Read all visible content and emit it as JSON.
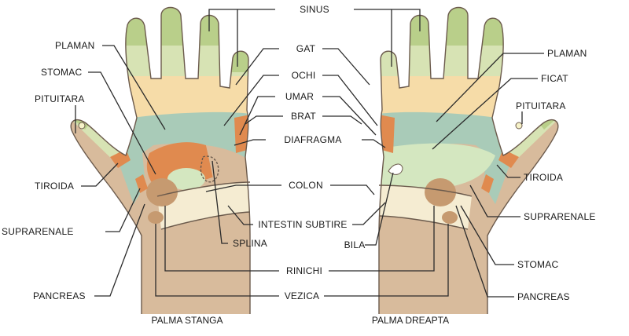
{
  "colors": {
    "fingertip": "#b9cf8a",
    "finger_mid": "#d7e3b4",
    "finger_base": "#f6dca8",
    "palm_teal": "#a9cbb8",
    "wrist_tan": "#d8bb9c",
    "orange": "#e08a4f",
    "light_green": "#d4e7c0",
    "cream": "#f5ecd2",
    "kidney": "#c69a70",
    "line": "#2b2b2b"
  },
  "labels": {
    "sinus": "SINUS",
    "gat": "GAT",
    "ochi": "OCHI",
    "umar": "UMAR",
    "brat": "BRAT",
    "diafragma": "DIAFRAGMA",
    "colon": "COLON",
    "intestin": "INTESTIN SUBTIRE",
    "splina": "SPLINA",
    "bila": "BILA",
    "rinichi": "RINICHI",
    "vezica": "VEZICA",
    "plaman_left": "PLAMAN",
    "stomac_left": "STOMAC",
    "pituitara_left": "PITUITARA",
    "tiroida_left": "TIROIDA",
    "suprarenale_left": "SUPRARENALE",
    "pancreas_left": "PANCREAS",
    "plaman_right": "PLAMAN",
    "ficat": "FICAT",
    "pituitara_right": "PITUITARA",
    "tiroida_right": "TIROIDA",
    "suprarenale_right": "SUPRARENALE",
    "stomac_right": "STOMAC",
    "pancreas_right": "PANCREAS"
  },
  "captions": {
    "left": "PALMA STANGA",
    "right": "PALMA DREAPTA"
  }
}
